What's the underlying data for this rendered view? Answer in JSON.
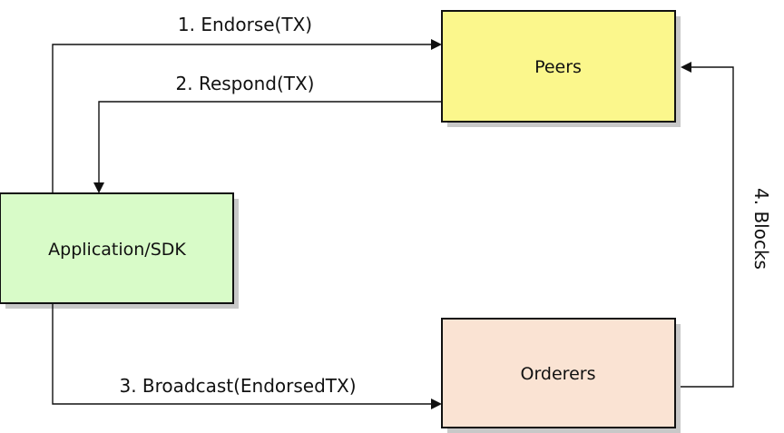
{
  "nodes": {
    "peers": {
      "label": "Peers",
      "fill": "#fbf78c"
    },
    "app": {
      "label": "Application/SDK",
      "fill": "#d8fbc8"
    },
    "orderers": {
      "label": "Orderers",
      "fill": "#fae3d3"
    }
  },
  "edges": {
    "endorse": {
      "label": "1. Endorse(TX)"
    },
    "respond": {
      "label": "2. Respond(TX)"
    },
    "broadcast": {
      "label": "3. Broadcast(EndorsedTX)"
    },
    "blocks": {
      "label": "4. Blocks"
    }
  },
  "colors": {
    "stroke": "#111111",
    "shadow": "#9a9a9a"
  }
}
